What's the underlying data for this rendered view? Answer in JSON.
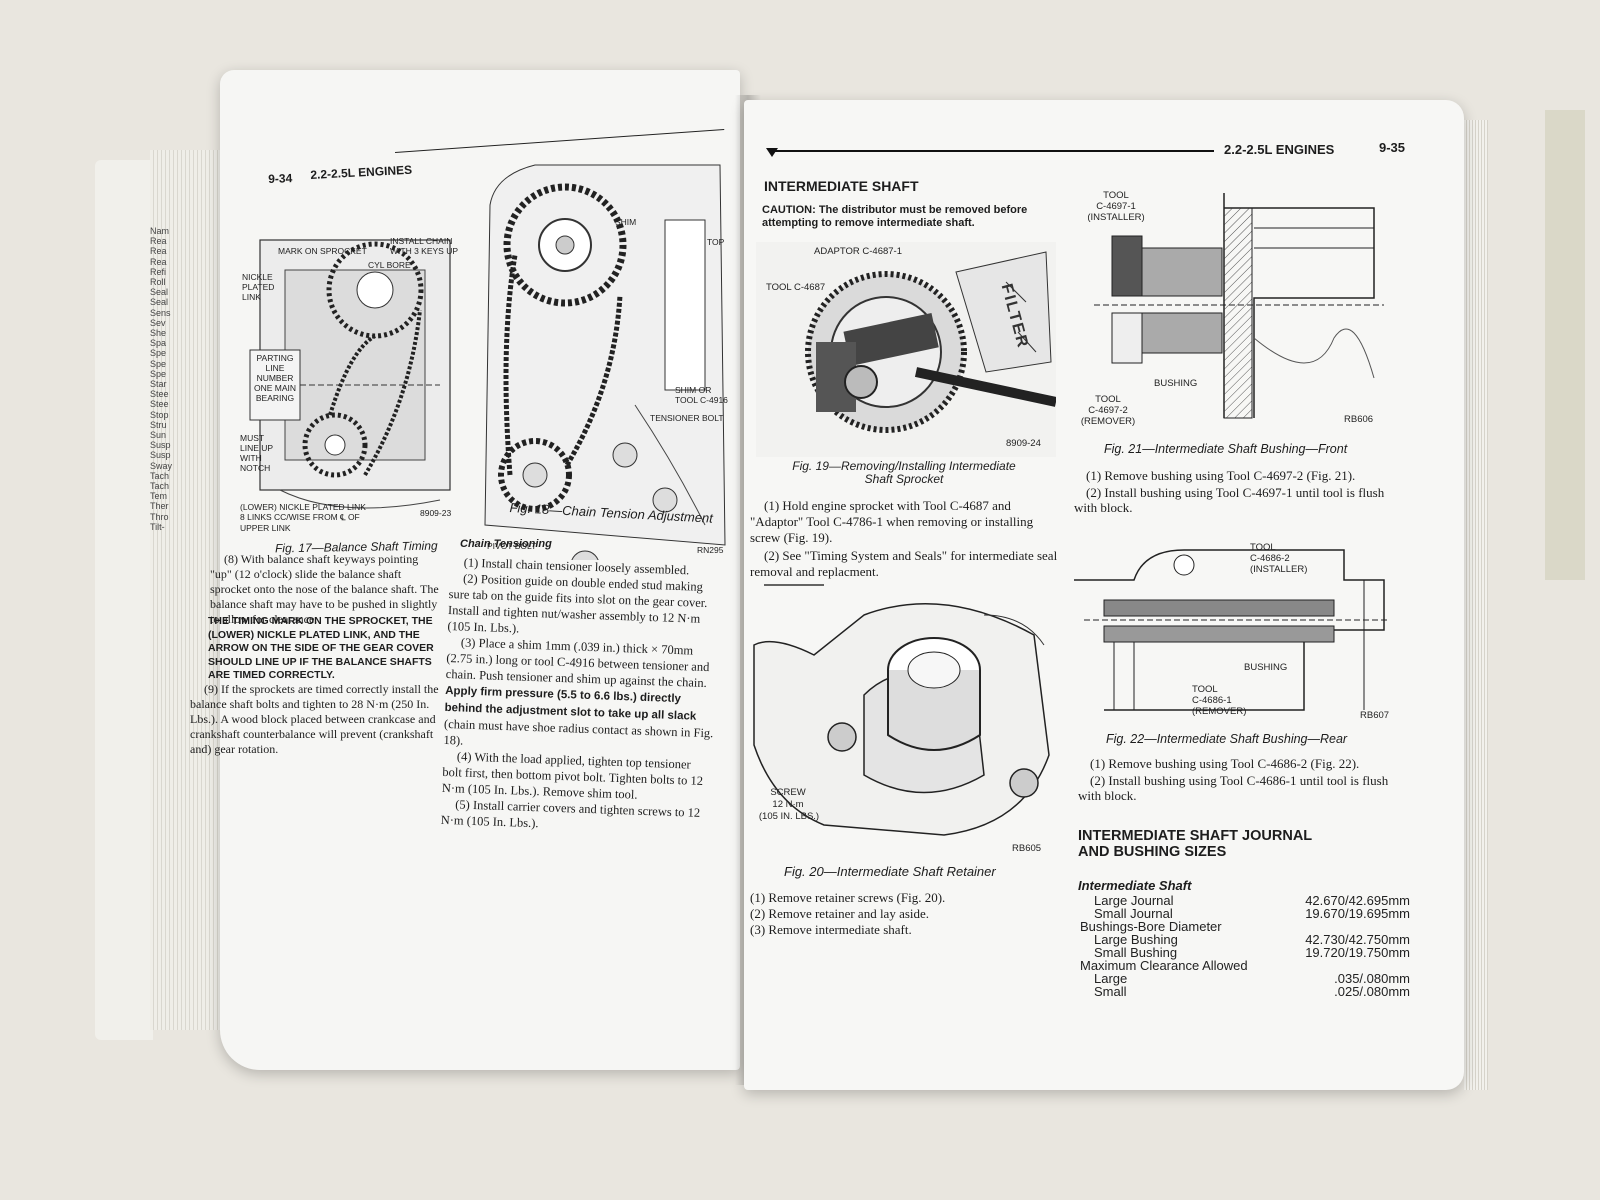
{
  "left_page": {
    "page_number": "9-34",
    "header_title": "2.2-2.5L ENGINES",
    "fig17": {
      "labels": [
        "MARK ON SPROCKET",
        "INSTALL CHAIN WITH 3 KEYS UP",
        "CYL BORE",
        "NICKLE PLATED LINK",
        "PARTING LINE NUMBER ONE MAIN BEARING",
        "MUST LINE UP WITH NOTCH",
        "(LOWER) NICKLE PLATED LINK 8 LINKS CC/WISE FROM ℄ OF UPPER LINK",
        "8909-23"
      ],
      "caption": "Fig. 17—Balance Shaft Timing"
    },
    "fig18": {
      "labels": [
        "SHIM",
        "TOP",
        "SHIM OR TOOL C-4916",
        "TENSIONER BOLT",
        "PIVOT BOLT",
        "RN295"
      ],
      "caption": "Fig. 18—Chain Tension Adjustment"
    },
    "col1": {
      "para8": "(8) With balance shaft keyways pointing \"up\" (12 o'clock) slide the balance shaft sprocket onto the nose of the balance shaft. The balance shaft may have to be pushed in slightly to allow for clearance.",
      "caution": "THE TIMING MARK ON THE SPROCKET, THE (LOWER) NICKLE PLATED LINK, AND THE ARROW ON THE SIDE OF THE GEAR COVER SHOULD LINE UP IF THE BALANCE SHAFTS ARE TIMED CORRECTLY.",
      "para9": "(9) If the sprockets are timed correctly install the balance shaft bolts and tighten to 28 N·m (250 In. Lbs.). A wood block placed between crankcase and crankshaft counterbalance will prevent (crankshaft and) gear rotation."
    },
    "col2": {
      "heading": "Chain Tensioning",
      "p1": "(1) Install chain tensioner loosely assembled.",
      "p2": "(2) Position guide on double ended stud making sure tab on the guide fits into slot on the gear cover. Install and tighten nut/washer assembly to 12 N·m (105 In. Lbs.).",
      "p3": "(3) Place a shim 1mm (.039 in.) thick × 70mm (2.75 in.) long or tool C-4916 between tensioner and chain. Push tensioner and shim up against the chain.",
      "p3_bold": "Apply firm pressure (5.5 to 6.6 lbs.) directly behind the adjustment slot to take up all slack",
      "p3_end": "(chain must have shoe radius contact as shown in Fig. 18).",
      "p4": "(4) With the load applied, tighten top tensioner bolt first, then bottom pivot bolt. Tighten bolts to 12 N·m (105 In. Lbs.). Remove shim tool.",
      "p5": "(5) Install carrier covers and tighten screws to 12 N·m (105 In. Lbs.)."
    },
    "spine_items": [
      "Nam",
      "Rea",
      "Rea",
      "Rea",
      "Refi",
      "Roll",
      "Seal",
      "Seal",
      "Sens",
      "Sev",
      "She",
      "Spa",
      "Spe",
      "Spe",
      "Spe",
      "Star",
      "Stee",
      "Stee",
      "Stop",
      "Stru",
      "Sun",
      "Susp",
      "Susp",
      "Sway",
      "Tach",
      "Tach",
      "Tem",
      "Ther",
      "Thro",
      "Tilt-"
    ]
  },
  "right_page": {
    "header_title": "2.2-2.5L ENGINES",
    "page_number": "9-35",
    "section_title": "INTERMEDIATE SHAFT",
    "caution": "CAUTION: The distributor must be removed before attempting to remove intermediate shaft.",
    "fig19": {
      "labels": [
        "ADAPTOR C-4687-1",
        "TOOL C-4687",
        "FILTER",
        "8909-24"
      ],
      "caption": "Fig. 19—Removing/Installing Intermediate Shaft Sprocket"
    },
    "steps_a": {
      "s1": "(1) Hold engine sprocket with Tool C-4687 and \"Adaptor\" Tool C-4786-1 when removing or installing screw (Fig. 19).",
      "s2": "(2) See \"Timing System and Seals\" for intermediate seal removal and replacment."
    },
    "fig20": {
      "labels": [
        "SCREW",
        "12 N·m",
        "(105 IN. LBS.)",
        "RB605"
      ],
      "caption": "Fig. 20—Intermediate Shaft Retainer"
    },
    "steps_b": [
      "(1) Remove retainer screws (Fig. 20).",
      "(2) Remove retainer and lay aside.",
      "(3) Remove intermediate shaft."
    ],
    "fig21": {
      "labels": [
        "TOOL",
        "C-4697-1",
        "(INSTALLER)",
        "BUSHING",
        "TOOL",
        "C-4697-2",
        "(REMOVER)",
        "RB606"
      ],
      "caption": "Fig. 21—Intermediate Shaft Bushing—Front"
    },
    "steps_c": [
      "(1) Remove bushing using Tool C-4697-2 (Fig. 21).",
      "(2) Install bushing using Tool C-4697-1 until tool is flush with block."
    ],
    "fig22": {
      "labels": [
        "TOOL",
        "C-4686-2",
        "(INSTALLER)",
        "BUSHING",
        "TOOL",
        "C-4686-1",
        "(REMOVER)",
        "RB607"
      ],
      "caption": "Fig. 22—Intermediate Shaft Bushing—Rear"
    },
    "steps_d": [
      "(1) Remove bushing using Tool C-4686-2 (Fig. 22).",
      "(2) Install bushing using Tool C-4686-1 until tool is flush with block."
    ],
    "sizes_title_1": "INTERMEDIATE SHAFT JOURNAL",
    "sizes_title_2": "AND BUSHING SIZES",
    "sizes_heading": "Intermediate Shaft",
    "sizes_rows": [
      [
        "Large Journal",
        "42.670/42.695mm"
      ],
      [
        "Small Journal",
        "19.670/19.695mm"
      ],
      [
        "Bushings-Bore Diameter",
        ""
      ],
      [
        "Large Bushing",
        "42.730/42.750mm"
      ],
      [
        "Small Bushing",
        "19.720/19.750mm"
      ],
      [
        "Maximum Clearance Allowed",
        ""
      ],
      [
        "Large",
        ".035/.080mm"
      ],
      [
        "Small",
        ".025/.080mm"
      ]
    ]
  }
}
